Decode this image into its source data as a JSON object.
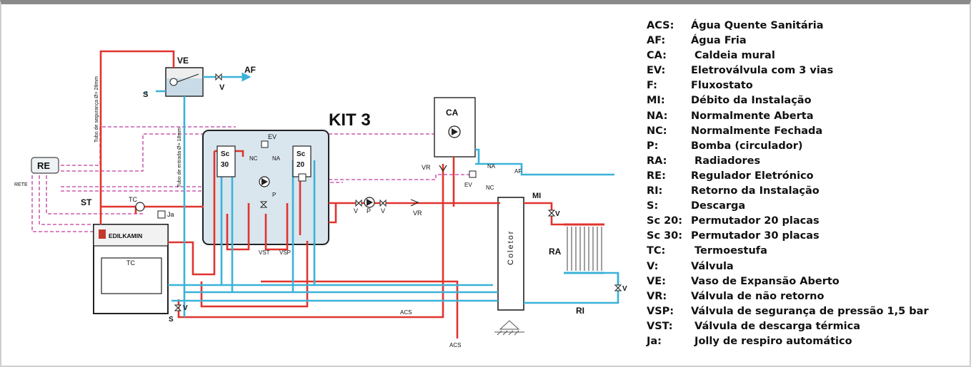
{
  "diagram": {
    "kit_title": "KIT 3",
    "boiler_brand": "EDILKAMIN",
    "labels": {
      "ve": "VE",
      "af": "AF",
      "s": "S",
      "v": "V",
      "re": "RE",
      "rete": "RETE",
      "st": "ST",
      "tc": "TC",
      "ja": "Ja",
      "ev": "EV",
      "nc": "NC",
      "na": "NA",
      "sc30": "30",
      "sc20": "20",
      "sc": "Sc",
      "p": "P",
      "vst": "VST",
      "vsp": "VSP",
      "ca": "CA",
      "vr": "VR",
      "mi": "MI",
      "ra": "RA",
      "ri": "RI",
      "acs": "ACS",
      "coletor": "Coletor"
    },
    "pipe_notes": {
      "safety_pipe": "Tubo de segurança Ø> 28mm",
      "inlet_pipe": "Tubo de entrada Ø> 18mm"
    },
    "colors": {
      "hot": "#e0342e",
      "cold": "#3bb2d8",
      "signal": "#c03aa0",
      "tank": "#d9e6ee"
    }
  },
  "legend": [
    {
      "code": "ACS:",
      "text": "Água Quente Sanitária"
    },
    {
      "code": "AF:",
      "text": "Água Fria"
    },
    {
      "code": "CA:",
      "text": " Caldeia  mural"
    },
    {
      "code": "EV:",
      "text": "Eletroválvula com 3 vias"
    },
    {
      "code": "F:",
      "text": "Fluxostato"
    },
    {
      "code": "MI:",
      "text": "Débito da Instalação"
    },
    {
      "code": "NA:",
      "text": "Normalmente Aberta"
    },
    {
      "code": "NC:",
      "text": "Normalmente Fechada"
    },
    {
      "code": "P:",
      "text": "Bomba (circulador)"
    },
    {
      "code": "RA:",
      "text": " Radiadores"
    },
    {
      "code": "RE:",
      "text": "Regulador Eletrónico"
    },
    {
      "code": "RI:",
      "text": "Retorno da Instalação"
    },
    {
      "code": "S:",
      "text": "Descarga"
    },
    {
      "code": "Sc 20:",
      "text": "Permutador 20 placas"
    },
    {
      "code": "Sc 30:",
      "text": "Permutador 30 placas"
    },
    {
      "code": "TC:",
      "text": " Termoestufa"
    },
    {
      "code": "V:",
      "text": "Válvula"
    },
    {
      "code": "VE:",
      "text": "Vaso de Expansão Aberto"
    },
    {
      "code": "VR:",
      "text": "Válvula de não retorno"
    },
    {
      "code": "VSP:",
      "text": "Válvula de segurança de pressão 1,5 bar"
    },
    {
      "code": "VST:",
      "text": " Válvula de descarga térmica"
    },
    {
      "code": "Ja:",
      "text": " Jolly de respiro automático"
    }
  ]
}
